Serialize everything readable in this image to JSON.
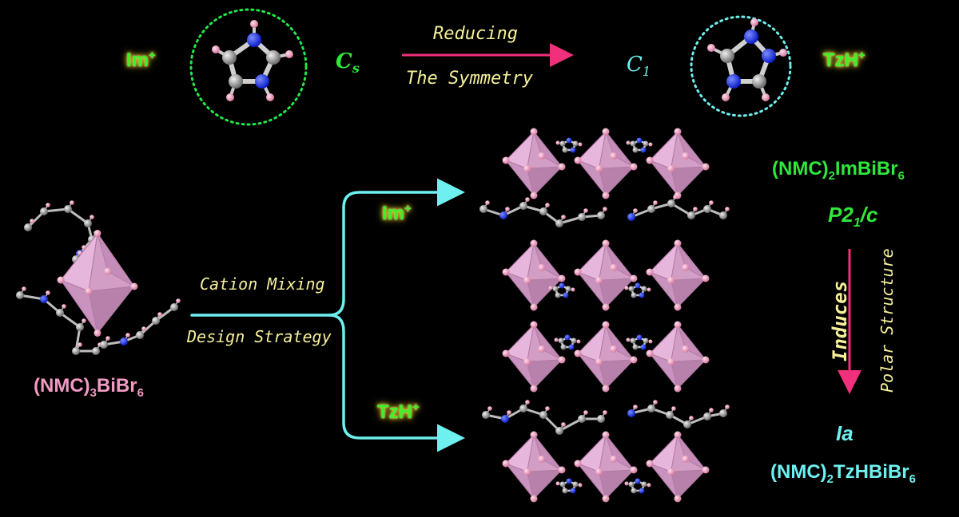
{
  "top": {
    "im_label": "Im",
    "im_charge": "+",
    "cs_main": "C",
    "cs_sub": "s",
    "reducing": "Reducing",
    "symmetry": "The Symmetry",
    "c1_main": "C",
    "c1_sub": "1",
    "tzh_label": "TzH",
    "tzh_charge": "+"
  },
  "left": {
    "formula_pre": "(NMC)",
    "formula_sub": "3",
    "formula_post": "BiBr",
    "formula_sub2": "6",
    "cation_mixing": "Cation Mixing",
    "design_strategy": "Design Strategy"
  },
  "branches": {
    "im_label": "Im",
    "im_charge": "+",
    "tzh_label": "TzH",
    "tzh_charge": "+"
  },
  "right": {
    "im_formula_pre": "(NMC)",
    "im_formula_sub": "2",
    "im_formula_post": "ImBiBr",
    "im_formula_sub2": "6",
    "p21c_pre": "P2",
    "p21c_sub": "1",
    "p21c_post": "/c",
    "induces": "Induces",
    "polar_structure": "Polar Structure",
    "ia": "Ia",
    "tzh_formula_pre": "(NMC)",
    "tzh_formula_sub": "2",
    "tzh_formula_post": "TzHBiBr",
    "tzh_formula_sub2": "6"
  },
  "colors": {
    "background": "#000000",
    "octahedron": "#d9a6cf",
    "arrow_cyan": "#6ef0f0",
    "arrow_pink": "#f0307a",
    "glow_green": "#3cf02a",
    "label_pink": "#f29ac4"
  }
}
